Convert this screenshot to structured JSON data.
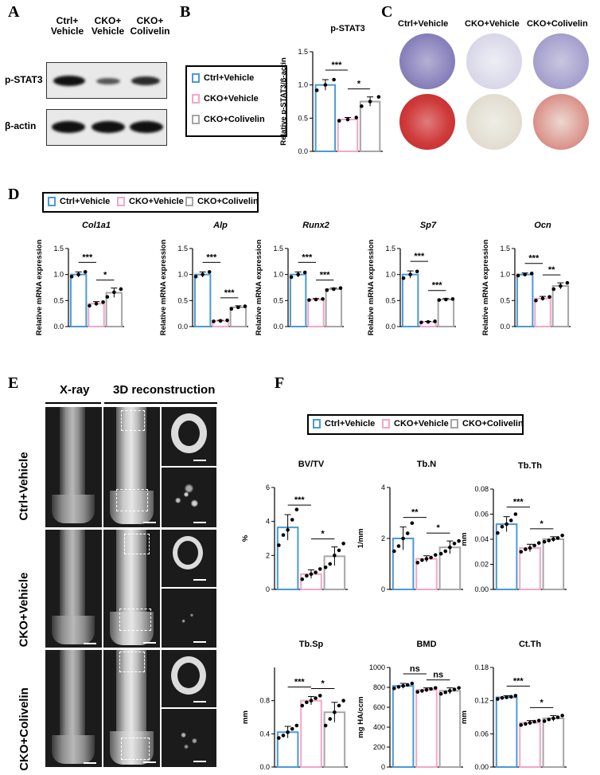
{
  "panels": {
    "A": "A",
    "B": "B",
    "C": "C",
    "D": "D",
    "E": "E",
    "F": "F"
  },
  "groups": [
    "Ctrl+Vehicle",
    "CKO+Vehicle",
    "CKO+Colivelin"
  ],
  "colors": {
    "ctrl": "#4a9ad6",
    "cko": "#f3a6c8",
    "col": "#a6a6a6"
  },
  "panelA": {
    "col_labels": [
      "Ctrl+\nVehicle",
      "CKO+\nVehicle",
      "CKO+\nColivelin"
    ],
    "row_labels": [
      "p-STAT3",
      "β-actin"
    ]
  },
  "panelC": {
    "col_labels": [
      "Ctrl+Vehicle",
      "CKO+Vehicle",
      "CKO+Colivelin"
    ]
  },
  "panelE": {
    "col_labels": [
      "X-ray",
      "3D reconstruction"
    ],
    "row_labels": [
      "Ctrl+Vehicle",
      "CKO+Vehicle",
      "CKO+Colivelin"
    ]
  },
  "chart_data": [
    {
      "id": "pstat3",
      "type": "bar",
      "title": "p-STAT3",
      "title_italic": false,
      "ylabel": "Relative p-STAT3/β-actin",
      "ylim": [
        0,
        1.5
      ],
      "yticks": [
        "0.0",
        "0.5",
        "1.0",
        "1.5"
      ],
      "means": [
        1.0,
        0.48,
        0.75
      ],
      "sd": [
        0.08,
        0.03,
        0.07
      ],
      "points": [
        [
          0.92,
          1.0,
          1.08
        ],
        [
          0.46,
          0.48,
          0.51
        ],
        [
          0.68,
          0.75,
          0.82
        ]
      ],
      "sig": [
        "***",
        "*"
      ]
    },
    {
      "id": "col1a1",
      "type": "bar",
      "title": "Col1a1",
      "title_italic": true,
      "ylabel": "Relative mRNA expression",
      "ylim": [
        0,
        1.5
      ],
      "yticks": [
        "0.0",
        "0.5",
        "1.0",
        "1.5"
      ],
      "means": [
        1.0,
        0.44,
        0.65
      ],
      "sd": [
        0.05,
        0.04,
        0.09
      ],
      "points": [
        [
          0.96,
          1.0,
          1.05
        ],
        [
          0.4,
          0.44,
          0.47
        ],
        [
          0.57,
          0.66,
          0.72
        ]
      ],
      "sig": [
        "***",
        "*"
      ]
    },
    {
      "id": "alp",
      "type": "bar",
      "title": "Alp",
      "title_italic": true,
      "ylabel": "Relative mRNA expression",
      "ylim": [
        0,
        1.5
      ],
      "yticks": [
        "0.0",
        "0.5",
        "1.0",
        "1.5"
      ],
      "means": [
        1.0,
        0.11,
        0.37
      ],
      "sd": [
        0.05,
        0.01,
        0.03
      ],
      "points": [
        [
          0.96,
          1.0,
          1.05
        ],
        [
          0.1,
          0.11,
          0.12
        ],
        [
          0.34,
          0.37,
          0.39
        ]
      ],
      "sig": [
        "***",
        "***"
      ]
    },
    {
      "id": "runx2",
      "type": "bar",
      "title": "Runx2",
      "title_italic": true,
      "ylabel": "Relative mRNA expression",
      "ylim": [
        0,
        1.5
      ],
      "yticks": [
        "0.0",
        "0.5",
        "1.0",
        "1.5"
      ],
      "means": [
        1.0,
        0.52,
        0.72
      ],
      "sd": [
        0.05,
        0.02,
        0.02
      ],
      "points": [
        [
          0.95,
          1.0,
          1.04
        ],
        [
          0.51,
          0.52,
          0.53
        ],
        [
          0.7,
          0.72,
          0.74
        ]
      ],
      "sig": [
        "***",
        "***"
      ]
    },
    {
      "id": "sp7",
      "type": "bar",
      "title": "Sp7",
      "title_italic": true,
      "ylabel": "Relative mRNA expression",
      "ylim": [
        0,
        1.5
      ],
      "yticks": [
        "0.0",
        "0.5",
        "1.0",
        "1.5"
      ],
      "means": [
        1.0,
        0.09,
        0.52
      ],
      "sd": [
        0.07,
        0.01,
        0.02
      ],
      "points": [
        [
          0.93,
          1.0,
          1.06
        ],
        [
          0.08,
          0.09,
          0.1
        ],
        [
          0.51,
          0.52,
          0.53
        ]
      ],
      "sig": [
        "***",
        "***"
      ]
    },
    {
      "id": "ocn",
      "type": "bar",
      "title": "Ocn",
      "title_italic": true,
      "ylabel": "Relative mRNA expression",
      "ylim": [
        0,
        1.5
      ],
      "yticks": [
        "0.0",
        "0.5",
        "1.0",
        "1.5"
      ],
      "means": [
        1.0,
        0.54,
        0.78
      ],
      "sd": [
        0.03,
        0.04,
        0.06
      ],
      "points": [
        [
          0.98,
          1.0,
          1.02
        ],
        [
          0.5,
          0.54,
          0.57
        ],
        [
          0.72,
          0.78,
          0.84
        ]
      ],
      "sig": [
        "***",
        "**"
      ]
    },
    {
      "id": "bvtv",
      "type": "bar",
      "title": "BV/TV",
      "title_italic": false,
      "ylabel": "%",
      "ylim": [
        0,
        6
      ],
      "yticks": [
        "0",
        "2",
        "4",
        "6"
      ],
      "means": [
        3.65,
        0.9,
        1.95
      ],
      "sd": [
        0.75,
        0.25,
        0.55
      ],
      "points": [
        [
          2.6,
          3.2,
          3.5,
          4.1,
          4.7
        ],
        [
          0.6,
          0.8,
          0.9,
          1.0,
          1.2
        ],
        [
          1.3,
          1.5,
          2.0,
          2.3,
          2.7
        ]
      ],
      "sig": [
        "***",
        "*"
      ]
    },
    {
      "id": "tbn",
      "type": "bar",
      "title": "Tb.N",
      "title_italic": false,
      "ylabel": "1/mm",
      "ylim": [
        0,
        4
      ],
      "yticks": [
        "0",
        "2",
        "4"
      ],
      "means": [
        2.0,
        1.2,
        1.65
      ],
      "sd": [
        0.45,
        0.12,
        0.25
      ],
      "points": [
        [
          1.5,
          1.7,
          2.0,
          2.2,
          2.6
        ],
        [
          1.05,
          1.15,
          1.2,
          1.25,
          1.35
        ],
        [
          1.4,
          1.5,
          1.65,
          1.8,
          1.9
        ]
      ],
      "sig": [
        "**",
        "*"
      ]
    },
    {
      "id": "tbth",
      "type": "bar",
      "title": "Tb.Th",
      "title_italic": false,
      "ylabel": "mm",
      "ylim": [
        0,
        0.08
      ],
      "yticks": [
        "0.00",
        "0.02",
        "0.04",
        "0.06",
        "0.08"
      ],
      "means": [
        0.052,
        0.033,
        0.04
      ],
      "sd": [
        0.006,
        0.003,
        0.002
      ],
      "points": [
        [
          0.045,
          0.05,
          0.052,
          0.055,
          0.06
        ],
        [
          0.03,
          0.032,
          0.033,
          0.035,
          0.037
        ],
        [
          0.038,
          0.039,
          0.04,
          0.041,
          0.043
        ]
      ],
      "sig": [
        "***",
        "*"
      ]
    },
    {
      "id": "tbsp",
      "type": "bar",
      "title": "Tb.Sp",
      "title_italic": false,
      "ylabel": "mm",
      "ylim": [
        0,
        1.2
      ],
      "yticks": [
        "0.0",
        "0.4",
        "0.8"
      ],
      "means": [
        0.42,
        0.8,
        0.66
      ],
      "sd": [
        0.07,
        0.05,
        0.12
      ],
      "points": [
        [
          0.35,
          0.38,
          0.42,
          0.46,
          0.5
        ],
        [
          0.74,
          0.78,
          0.8,
          0.83,
          0.86
        ],
        [
          0.5,
          0.58,
          0.66,
          0.74,
          0.8
        ]
      ],
      "sig": [
        "***",
        "*"
      ]
    },
    {
      "id": "bmd",
      "type": "bar",
      "title": "BMD",
      "title_italic": false,
      "ylabel": "mg HA/ccm",
      "ylim": [
        0,
        1000
      ],
      "yticks": [
        "0",
        "200",
        "400",
        "600",
        "800",
        "1000"
      ],
      "means": [
        815,
        775,
        765
      ],
      "sd": [
        25,
        20,
        30
      ],
      "points": [
        [
          790,
          805,
          815,
          825,
          840
        ],
        [
          755,
          765,
          775,
          785,
          795
        ],
        [
          735,
          750,
          765,
          780,
          795
        ]
      ],
      "sig": [
        "ns",
        "ns"
      ]
    },
    {
      "id": "ctth",
      "type": "bar",
      "title": "Ct.Th",
      "title_italic": false,
      "ylabel": "mm",
      "ylim": [
        0,
        0.18
      ],
      "yticks": [
        "0.00",
        "0.06",
        "0.12",
        "0.18"
      ],
      "means": [
        0.126,
        0.08,
        0.088
      ],
      "sd": [
        0.003,
        0.004,
        0.005
      ],
      "points": [
        [
          0.123,
          0.125,
          0.126,
          0.127,
          0.129
        ],
        [
          0.076,
          0.078,
          0.08,
          0.082,
          0.084
        ],
        [
          0.083,
          0.086,
          0.088,
          0.09,
          0.093
        ]
      ],
      "sig": [
        "***",
        "*"
      ]
    }
  ]
}
